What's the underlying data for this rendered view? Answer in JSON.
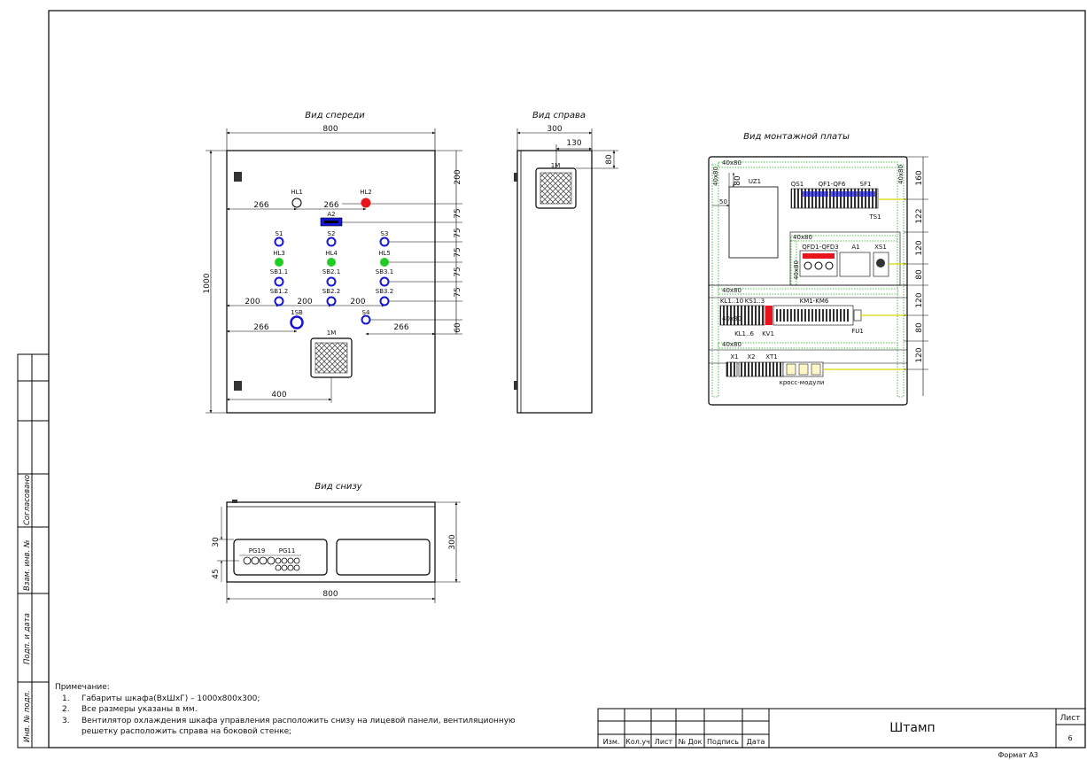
{
  "views": {
    "front": "Вид спереди",
    "right": "Вид справа",
    "plate": "Вид монтажной платы",
    "bottom": "Вид снизу"
  },
  "front": {
    "width": "800",
    "height": "1000",
    "right_dims": [
      "200",
      "75",
      "75",
      "75",
      "75",
      "75",
      "60"
    ],
    "h266_left": "266",
    "h266_mid": "266",
    "h200_a": "200",
    "h200_b": "200",
    "h200_c": "200",
    "h266_sb": "266",
    "h266_s4": "266",
    "h400": "400",
    "labels": {
      "HL1": "HL1",
      "HL2": "HL2",
      "A2": "A2",
      "S1": "S1",
      "S2": "S2",
      "S3": "S3",
      "HL3": "HL3",
      "HL4": "HL4",
      "HL5": "HL5",
      "SB11": "SB1.1",
      "SB21": "SB2.1",
      "SB31": "SB3.1",
      "SB12": "SB1.2",
      "SB22": "SB2.2",
      "SB32": "SB3.2",
      "SB": "1SB",
      "S4": "S4",
      "M1": "1M"
    }
  },
  "right": {
    "width": "300",
    "dim130": "130",
    "dim80": "80",
    "fan": "1M"
  },
  "plate": {
    "labels": {
      "UZ1": "UZ1",
      "QS1": "QS1",
      "QF": "QF1-QF6",
      "SF1": "SF1",
      "TS1": "TS1",
      "QFD": "QFD1-QFD3",
      "A1": "A1",
      "XS1": "XS1",
      "KL110": "KL1..10",
      "KS13": "KS1..3",
      "KM": "KM1-KM6",
      "KL16": "KL1..6",
      "KV1": "KV1",
      "FU1": "FU1",
      "X1": "X1",
      "X2": "X2",
      "XT1": "XT1",
      "cross": "кросс-модули"
    },
    "duct": "40х80",
    "duct_b": "40x80",
    "d80": "80",
    "d50": "50",
    "right_dims": [
      "160",
      "122",
      "120",
      "80",
      "120",
      "80",
      "120"
    ]
  },
  "bottom": {
    "width": "800",
    "depth": "300",
    "d30": "30",
    "d45": "45",
    "pg19": "PG19",
    "pg11": "PG11"
  },
  "notes": {
    "title": "Примечание:",
    "items": [
      {
        "n": "1.",
        "text": "Габариты шкафа(ВхШхГ) – 1000х800х300;"
      },
      {
        "n": "2.",
        "text": "Все размеры указаны в мм."
      },
      {
        "n": "3.",
        "text": "Вентилятор охлаждения шкафа управления расположить снизу на лицевой панели, вентиляционную"
      },
      {
        "n": "",
        "text": "решетку расположить справа на боковой стенке;"
      }
    ]
  },
  "side_labels": [
    "Согласовано",
    "Взам. инв. №",
    "Подп. и дата",
    "Инв. № подл."
  ],
  "stamp": {
    "columns": [
      "Изм.",
      "Кол.уч",
      "Лист",
      "№ Док",
      "Подпись",
      "Дата"
    ],
    "title": "Штамп",
    "sheet_label": "Лист",
    "sheet_number": "6",
    "format": "Формат А3"
  },
  "colors": {
    "red": "#e8141b",
    "green": "#22cc22",
    "blue": "#1515d6",
    "duct": "#22aa22",
    "yellow": "#d8d800"
  }
}
